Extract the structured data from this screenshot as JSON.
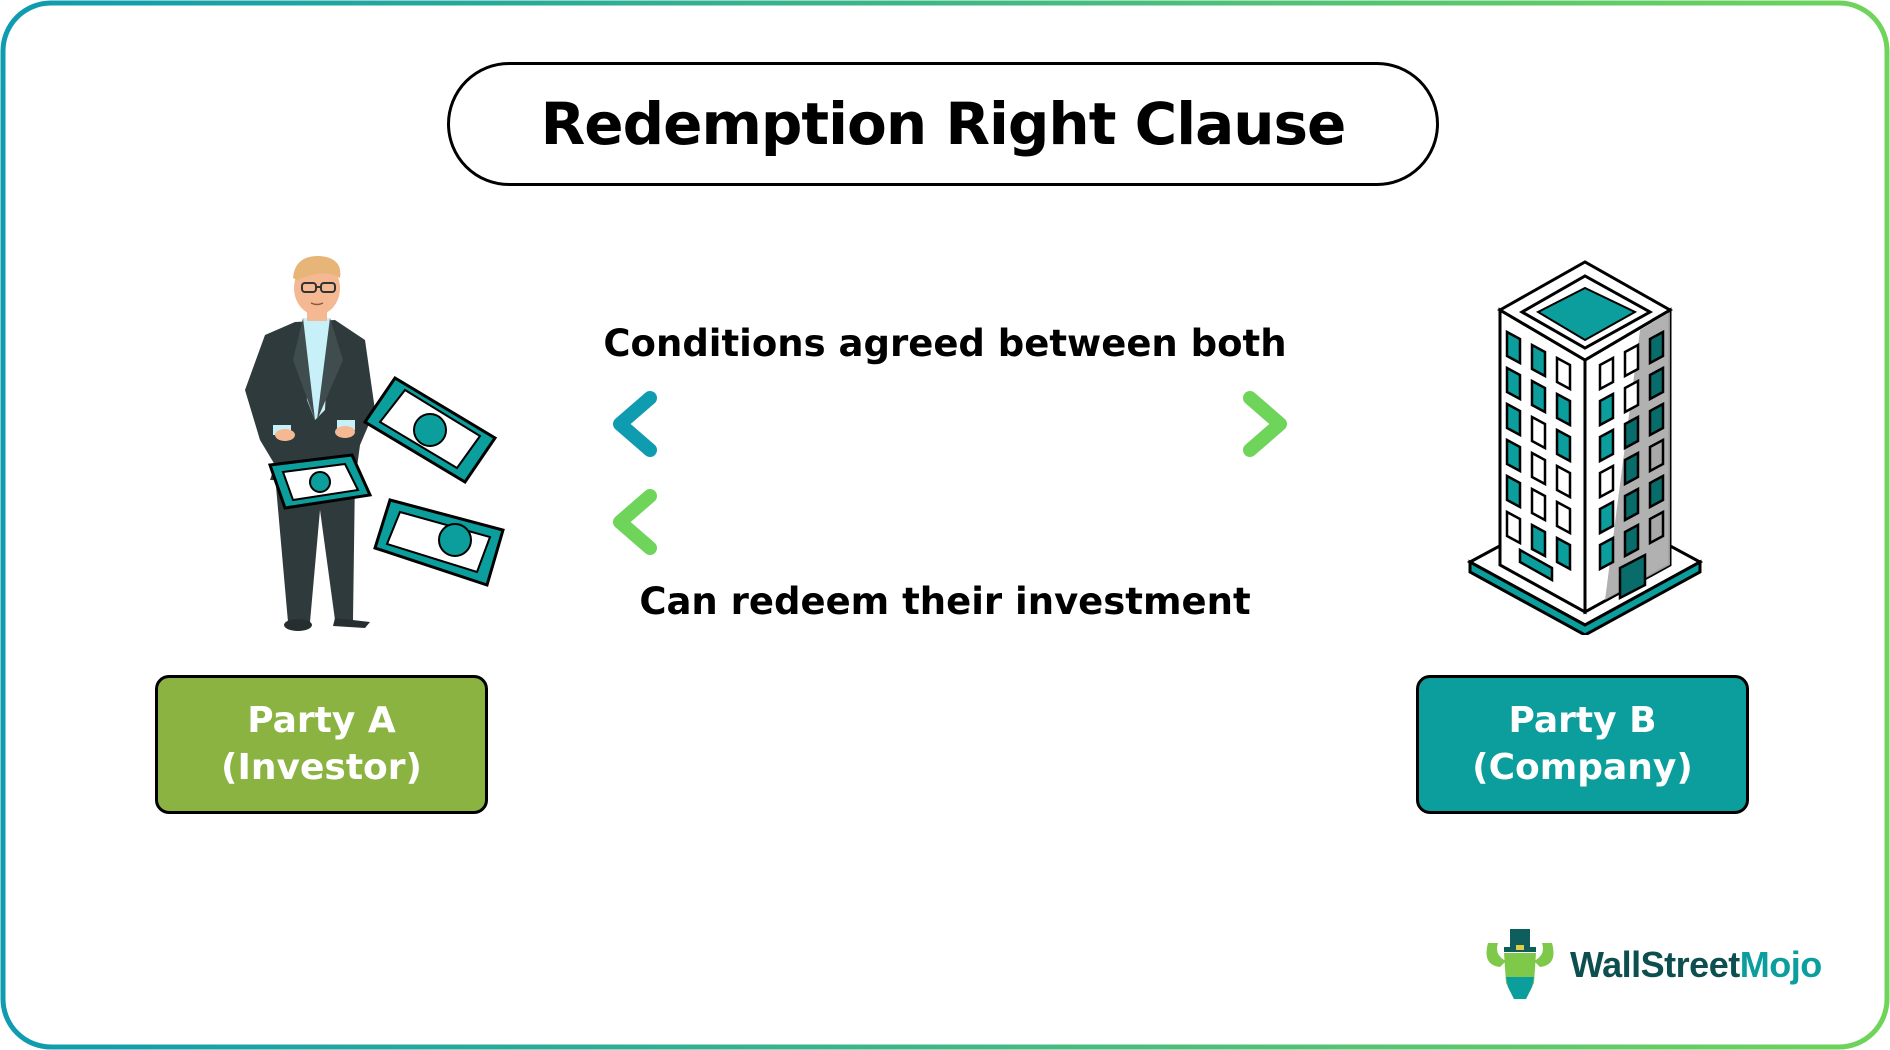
{
  "title": "Redemption Right Clause",
  "flow": {
    "top_label": "Conditions agreed between both",
    "bottom_label": "Can redeem their investment",
    "arrow_top": {
      "type": "double-headed",
      "gradient": [
        "#0f9bb0",
        "#6fd45a"
      ]
    },
    "arrow_bottom": {
      "type": "left-pointing",
      "gradient": [
        "#6fd45a",
        "#0f9bb0"
      ]
    }
  },
  "parties": {
    "a": {
      "line1": "Party A",
      "line2": "(Investor)",
      "color": "#8ab342",
      "icon": "investor-with-money"
    },
    "b": {
      "line1": "Party B",
      "line2": "(Company)",
      "color": "#0b9e9c",
      "icon": "office-building"
    }
  },
  "logo": {
    "part1": "WallStreet",
    "part2": "Mojo",
    "color1": "#0d4f4e",
    "color2": "#0b9e9c"
  },
  "frame": {
    "gradient": [
      "#0f9bb0",
      "#6fd45a"
    ]
  }
}
